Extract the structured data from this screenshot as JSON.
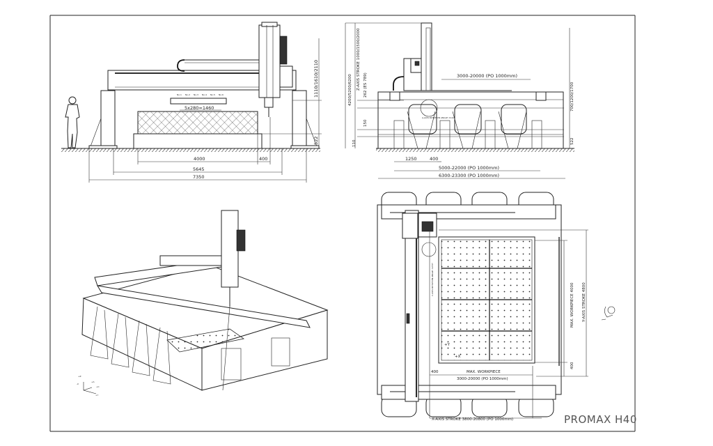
{
  "drawing": {
    "model_title": "PROMAX H40",
    "front_view": {
      "tool_spacing": "5x280=1460",
      "tool_labels": [
        "No.1",
        "No.2",
        "No.3",
        "No.4",
        "No.5",
        "No.6"
      ],
      "dim_height": "1110/1610/2110",
      "dim_table_height": "522",
      "dim_4000": "4000",
      "dim_400": "400",
      "dim_5645": "5645",
      "dim_7350": "7350"
    },
    "side_view": {
      "dim_overall_height": "4200/5200/6200",
      "dim_z_stroke": "Z-AXIS STROKE 1000/1500/2000",
      "dim_262": "262 (ES 789)",
      "dim_150": "150",
      "dim_110": "110",
      "dim_right_height": "700/1200/1700",
      "dim_522": "522",
      "dim_top_span": "3000-20000 (PO 1000mm)",
      "dim_1250": "1250",
      "dim_400": "400",
      "dim_mid_span": "5000-22000 (PO 1000mm)",
      "dim_overall_span": "6300-23300 (PO 1000mm)",
      "rotation_note": "A-AXIS ROTATION ANGLE ±110°"
    },
    "plan_view": {
      "rotation_note": "C-AXIS ROTATION ANGLE ±270°",
      "axis_y": "+Y",
      "axis_x": "+X",
      "dim_400_left": "400",
      "max_workpiece": "MAX. WORKPIECE",
      "workpiece_span": "3000-20000 (PO 1000mm)",
      "x_stroke": "X-AXIS STROKE 3800-20800 (PO 1000mm)",
      "max_workpiece_y": "MAX. WORKPIECE 4000",
      "y_stroke": "Y-AXIS STROKE 4800",
      "dim_400_right": "400"
    },
    "iso_view": {
      "axis_labels": [
        "+Z",
        "-X",
        "+A",
        "+C",
        "+Y"
      ]
    }
  }
}
